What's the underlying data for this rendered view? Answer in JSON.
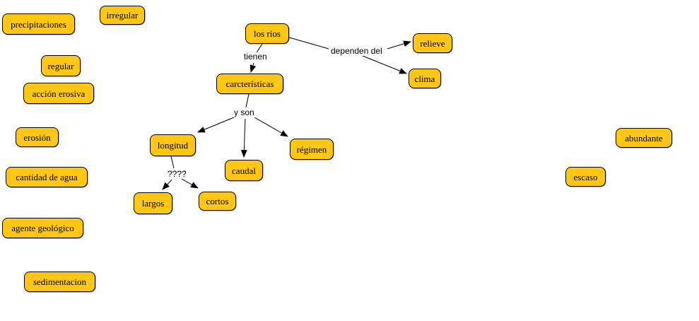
{
  "title": "concept map about rivers (los ríos)",
  "colors": {
    "background": "#ffffff",
    "concept_fill": "#ffc613",
    "concept_border": "#000000",
    "concept_text": "#000000",
    "connector": "#000000",
    "link_label_text": "#000000"
  },
  "concepts": {
    "precipitaciones": "precipitaciones",
    "irregular": "irregular",
    "regular": "regular",
    "accion_erosiva": "acción erosiva",
    "erosion": "erosión",
    "cantidad_de_agua": "cantidad de agua",
    "agente_geologico": "agente geológico",
    "sedimentacion": "sedimentacion",
    "los_rios": "los ríos",
    "carcteristicas": "carcterísticas",
    "relieve": "relieve",
    "clima": "clima",
    "longitud": "longitud",
    "caudal": "caudal",
    "regimen": "régimen",
    "largos": "largos",
    "cortos": "cortos",
    "abundante": "abundante",
    "escaso": "escaso"
  },
  "linking_phrases": {
    "tienen": "tienen",
    "dependen_del": "dependen del",
    "y_son": "y son",
    "unknown": "????"
  },
  "edges": [
    {
      "from": "los ríos",
      "label": "tienen",
      "to": "carcterísticas"
    },
    {
      "from": "los ríos",
      "label": "dependen del",
      "to": "relieve"
    },
    {
      "from": "los ríos",
      "label": "dependen del",
      "to": "clima"
    },
    {
      "from": "carcterísticas",
      "label": "y son",
      "to": "longitud"
    },
    {
      "from": "carcterísticas",
      "label": "y son",
      "to": "caudal"
    },
    {
      "from": "carcterísticas",
      "label": "y son",
      "to": "régimen"
    },
    {
      "from": "longitud",
      "label": "????",
      "to": "largos"
    },
    {
      "from": "longitud",
      "label": "????",
      "to": "cortos"
    }
  ]
}
